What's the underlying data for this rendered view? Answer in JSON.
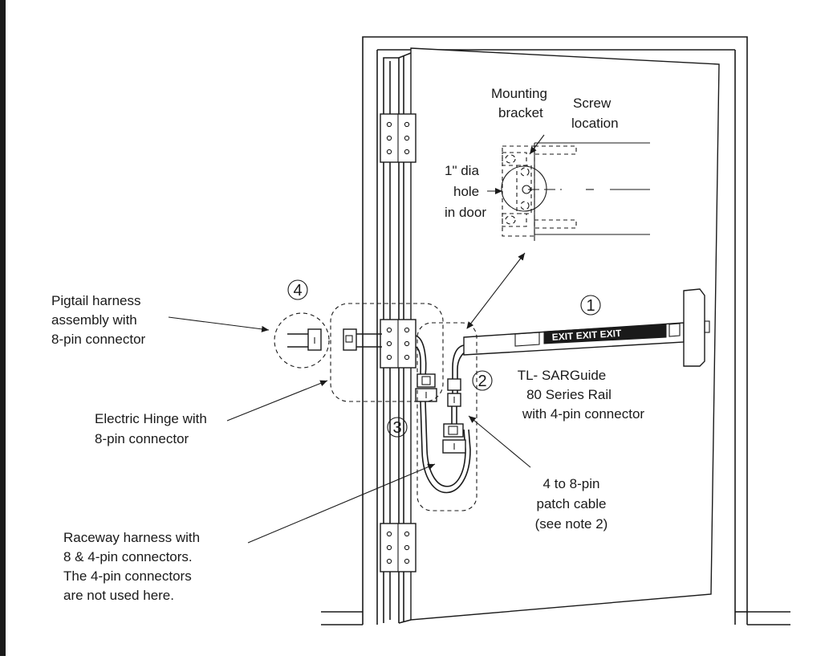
{
  "labels": {
    "mounting_bracket": [
      "Mounting",
      "bracket"
    ],
    "screw_location": [
      "Screw",
      "location"
    ],
    "hole": [
      "1\" dia",
      "hole",
      "in door"
    ],
    "pigtail": [
      "Pigtail harness",
      "assembly with",
      "8-pin connector"
    ],
    "electric_hinge": [
      "Electric Hinge with",
      "8-pin connector"
    ],
    "rail": [
      "TL- SARGuide",
      "80 Series Rail",
      "with 4-pin connector"
    ],
    "patch_cable": [
      "4 to 8-pin",
      "patch cable",
      "(see note 2)"
    ],
    "raceway": [
      "Raceway harness with",
      "8 & 4-pin connectors.",
      "The 4-pin connectors",
      "are not used here."
    ],
    "exit_text": "EXIT EXIT EXIT"
  },
  "callouts": [
    "1",
    "2",
    "3",
    "4"
  ]
}
